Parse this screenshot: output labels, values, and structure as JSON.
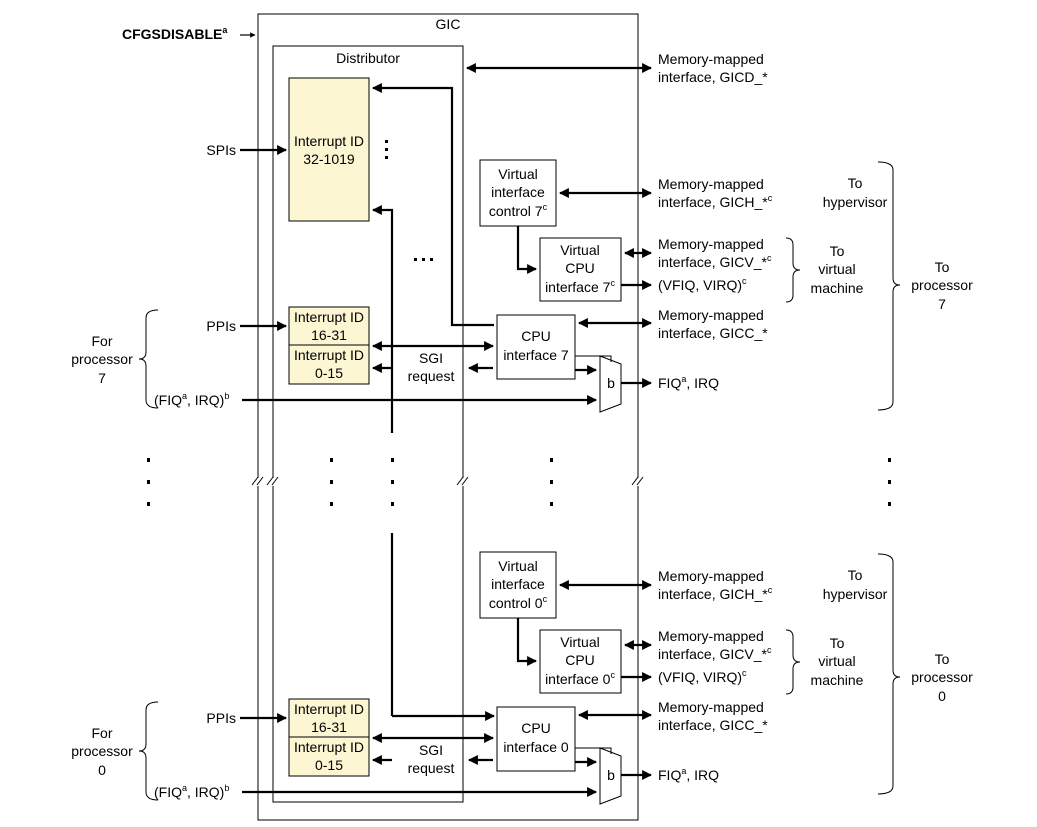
{
  "gic_title": "GIC",
  "distributor_title": "Distributor",
  "cfgsdisable": {
    "label": "CFGSDISABLE",
    "sup": "a"
  },
  "spis_label": "SPIs",
  "spi_block": {
    "line1": "Interrupt ID",
    "line2": "32-1019"
  },
  "gicd": {
    "line1": "Memory-mapped",
    "line2": "interface, GICD_*"
  },
  "sections": [
    {
      "virt_ctrl": {
        "line1": "Virtual",
        "line2": "interface",
        "line3": "control 7",
        "sup": "c"
      },
      "virt_cpu": {
        "line1": "Virtual",
        "line2": "CPU",
        "line3": "interface 7",
        "sup": "c"
      },
      "cpu_if": {
        "line1": "CPU",
        "line2": "interface 7"
      },
      "gich": {
        "line1": "Memory-mapped",
        "line2": "interface, GICH_*",
        "sup": "c"
      },
      "gicv": {
        "line1": "Memory-mapped",
        "line2": "interface, GICV_*",
        "sup": "c"
      },
      "vfiq": {
        "text": "(VFIQ, VIRQ)",
        "sup": "c"
      },
      "gicc": {
        "line1": "Memory-mapped",
        "line2": "interface, GICC_*"
      },
      "to_hypervisor": {
        "line1": "To",
        "line2": "hypervisor"
      },
      "to_vm": {
        "line1": "To",
        "line2": "virtual",
        "line3": "machine"
      },
      "to_processor": {
        "line1": "To",
        "line2": "processor",
        "line3": "7"
      },
      "ppis_label": "PPIs",
      "ppi_block": {
        "line1": "Interrupt ID",
        "line2": "16-31"
      },
      "sgi_block": {
        "line1": "Interrupt ID",
        "line2": "0-15"
      },
      "sgi_request": {
        "line1": "SGI",
        "line2": "request"
      },
      "for_processor": {
        "line1": "For",
        "line2": "processor",
        "line3": "7"
      },
      "fiq_in": {
        "pre": "(FIQ",
        "sup1": "a",
        "mid": ", IRQ)",
        "sup2": "b"
      },
      "mux_label": "b",
      "fiq_out": {
        "pre": "FIQ",
        "sup": "a",
        "post": ", IRQ"
      }
    },
    {
      "virt_ctrl": {
        "line1": "Virtual",
        "line2": "interface",
        "line3": "control 0",
        "sup": "c"
      },
      "virt_cpu": {
        "line1": "Virtual",
        "line2": "CPU",
        "line3": "interface 0",
        "sup": "c"
      },
      "cpu_if": {
        "line1": "CPU",
        "line2": "interface 0"
      },
      "gich": {
        "line1": "Memory-mapped",
        "line2": "interface, GICH_*",
        "sup": "c"
      },
      "gicv": {
        "line1": "Memory-mapped",
        "line2": "interface, GICV_*",
        "sup": "c"
      },
      "vfiq": {
        "text": "(VFIQ, VIRQ)",
        "sup": "c"
      },
      "gicc": {
        "line1": "Memory-mapped",
        "line2": "interface, GICC_*"
      },
      "to_hypervisor": {
        "line1": "To",
        "line2": "hypervisor"
      },
      "to_vm": {
        "line1": "To",
        "line2": "virtual",
        "line3": "machine"
      },
      "to_processor": {
        "line1": "To",
        "line2": "processor",
        "line3": "0"
      },
      "ppis_label": "PPIs",
      "ppi_block": {
        "line1": "Interrupt ID",
        "line2": "16-31"
      },
      "sgi_block": {
        "line1": "Interrupt ID",
        "line2": "0-15"
      },
      "sgi_request": {
        "line1": "SGI",
        "line2": "request"
      },
      "for_processor": {
        "line1": "For",
        "line2": "processor",
        "line3": "0"
      },
      "fiq_in": {
        "pre": "(FIQ",
        "sup1": "a",
        "mid": ", IRQ)",
        "sup2": "b"
      },
      "mux_label": "b",
      "fiq_out": {
        "pre": "FIQ",
        "sup": "a",
        "post": ", IRQ"
      }
    }
  ],
  "colors": {
    "interrupt_block_fill": "#fdf6d3",
    "line": "#000000"
  }
}
